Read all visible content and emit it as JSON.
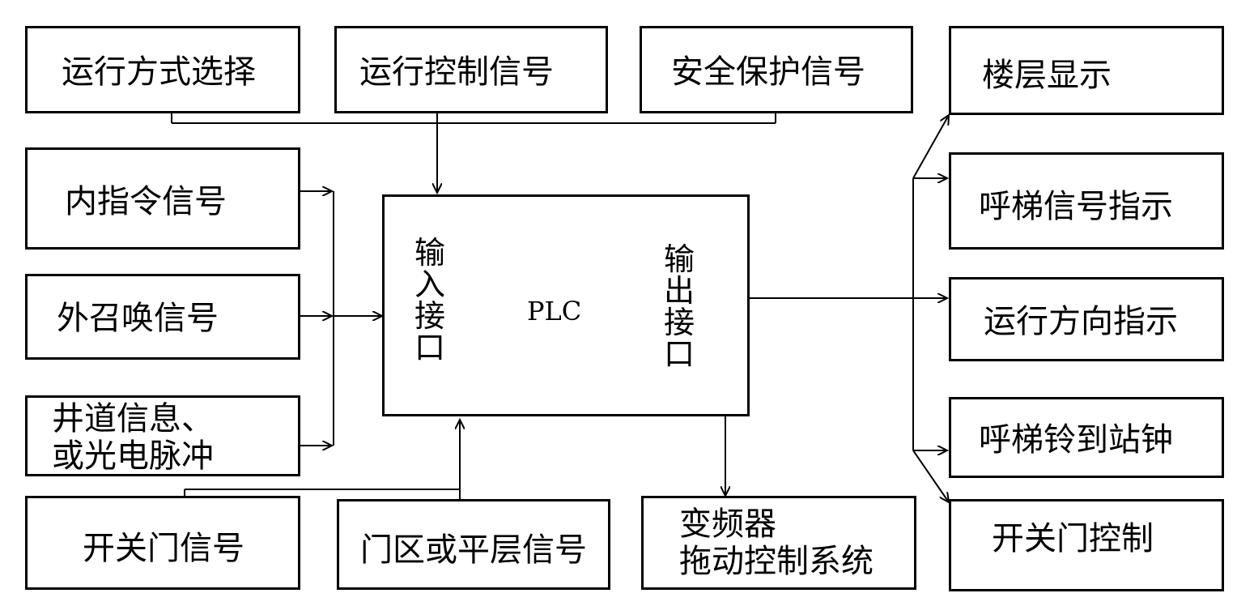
{
  "top_inputs": {
    "mode_select": "运行方式选择",
    "run_control": "运行控制信号",
    "safety": "安全保护信号"
  },
  "left_inputs": {
    "inner_command": "内指令信号",
    "outer_call": "外召唤信号",
    "shaft_info_line1": "井道信息、",
    "shaft_info_line2": "或光电脉冲",
    "door_signal": "开关门信号"
  },
  "bottom": {
    "leveling": "门区或平层信号",
    "vfd_line1": "变频器",
    "vfd_line2": "拖动控制系统"
  },
  "plc": {
    "input_interface": "输入接口",
    "core": "PLC",
    "output_interface": "输出接口"
  },
  "outputs": {
    "floor_display": "楼层显示",
    "call_indicator": "呼梯信号指示",
    "direction": "运行方向指示",
    "chime": "呼梯铃到站钟",
    "door_control": "开关门控制"
  }
}
